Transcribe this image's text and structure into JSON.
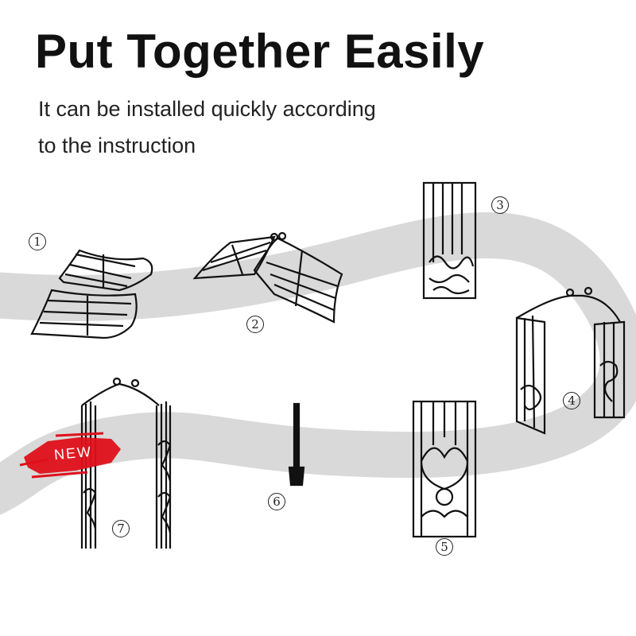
{
  "header": {
    "title": "Put Together Easily",
    "subtitle_line1": "It can be installed quickly according",
    "subtitle_line2": "to the instruction"
  },
  "steps": [
    {
      "number": "1"
    },
    {
      "number": "2"
    },
    {
      "number": "3"
    },
    {
      "number": "4"
    },
    {
      "number": "5"
    },
    {
      "number": "6"
    },
    {
      "number": "7"
    }
  ],
  "badge": {
    "label": "NEW",
    "color": "#e0101a"
  },
  "colors": {
    "band": "#d9d9d9",
    "ink": "#111111"
  }
}
